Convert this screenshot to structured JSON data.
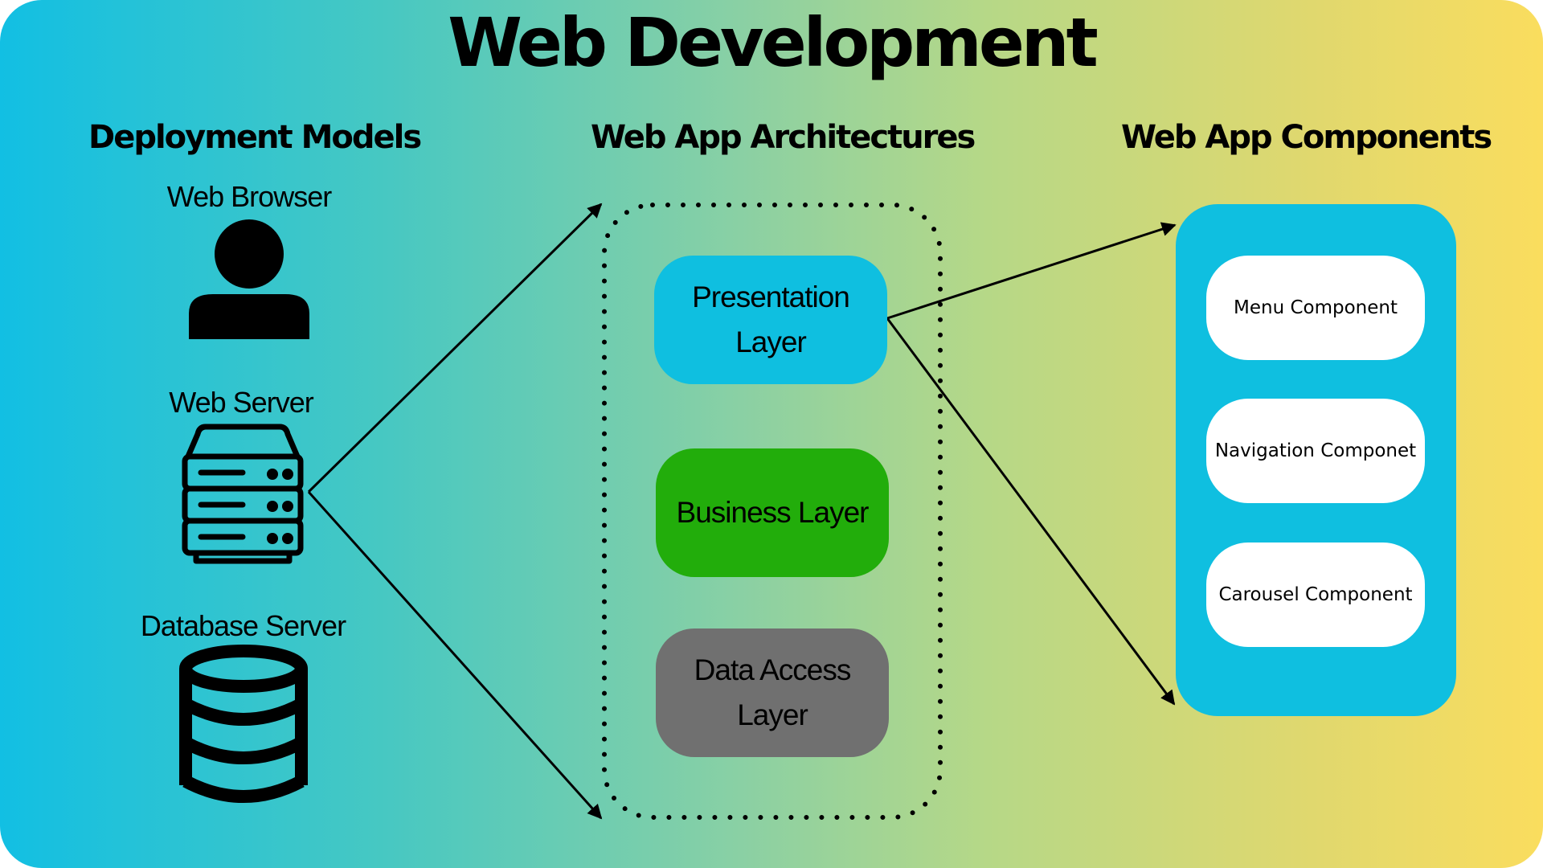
{
  "title": "Web Development",
  "columns": {
    "deployment": {
      "heading": "Deployment Models",
      "items": [
        {
          "label": "Web Browser",
          "icon": "user-icon"
        },
        {
          "label": "Web Server",
          "icon": "server-icon"
        },
        {
          "label": "Database Server",
          "icon": "database-icon"
        }
      ]
    },
    "architecture": {
      "heading": "Web App Architectures",
      "layers": [
        {
          "label": "Presentation Layer",
          "color": "#0fbfe0"
        },
        {
          "label": "Business Layer",
          "color": "#22ad0b"
        },
        {
          "label": "Data Access Layer",
          "color": "#707070"
        }
      ]
    },
    "components": {
      "heading": "Web App Components",
      "panel_color": "#0fbfe0",
      "items": [
        {
          "label": "Menu Component"
        },
        {
          "label": "Navigation Componet"
        },
        {
          "label": "Carousel Component"
        }
      ]
    }
  },
  "colors": {
    "gradient_start": "#12bfe3",
    "gradient_end": "#fadd5e"
  }
}
